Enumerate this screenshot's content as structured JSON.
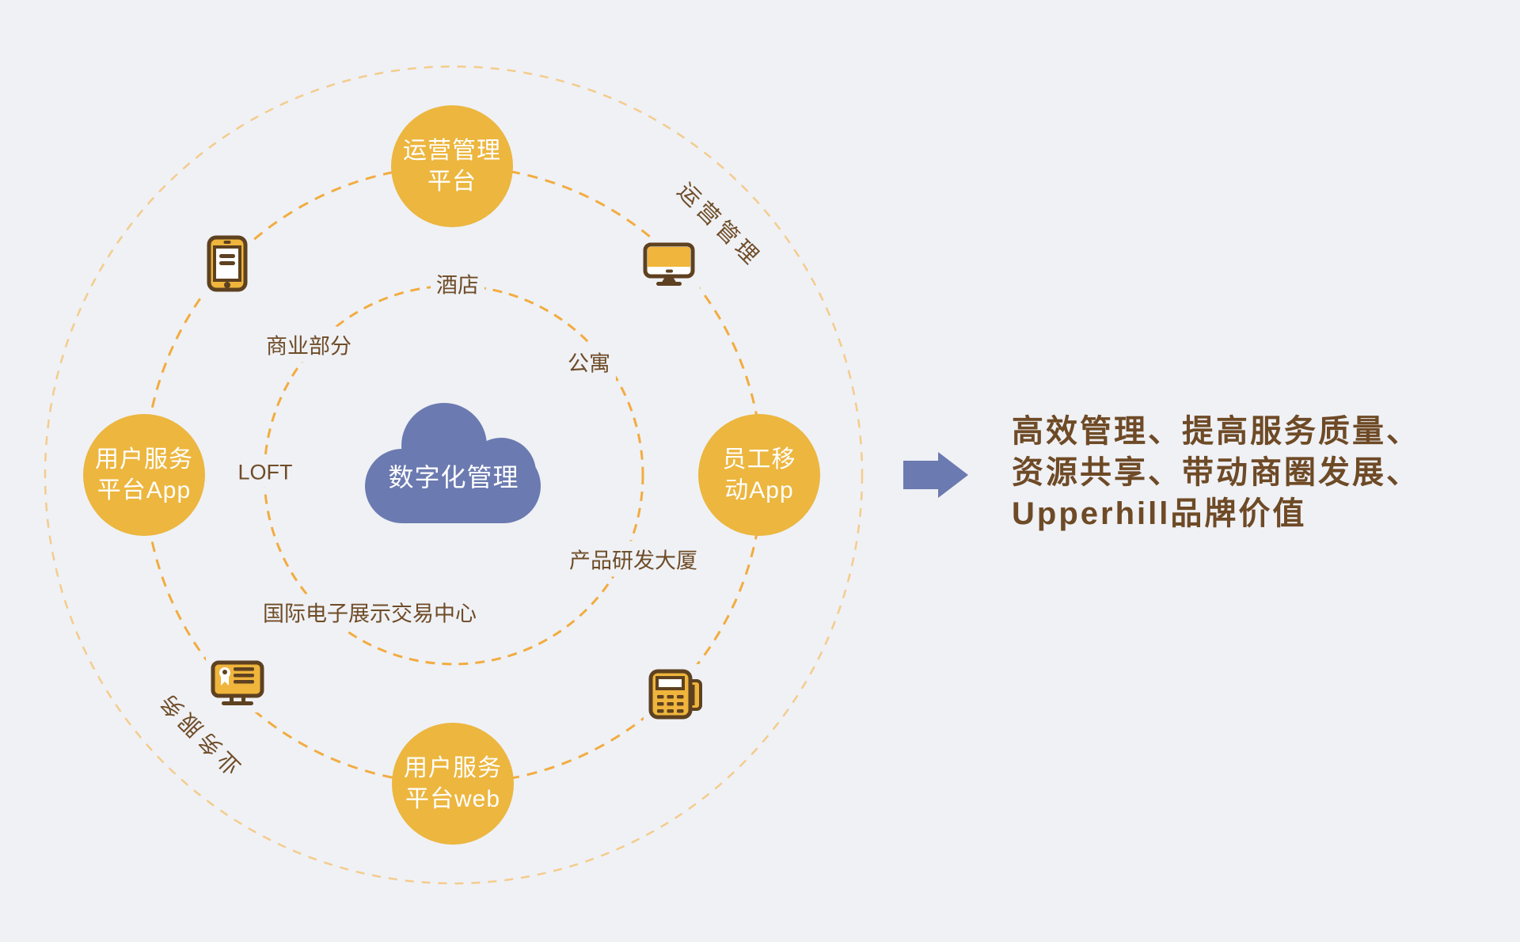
{
  "colors": {
    "background": "#EFF1F5",
    "node_yellow": "#ECB63F",
    "ring_orange": "#F2AC3F",
    "ring_outer_pale": "#F4CC8C",
    "brown_text": "#6F4C27",
    "icon_brown": "#5E4120",
    "icon_yellow": "#EFB53C",
    "blue": "#6B7AB0"
  },
  "cloud": {
    "label": "数字化管理"
  },
  "nodes": {
    "top": {
      "line1": "运营管理",
      "line2": "平台"
    },
    "left": {
      "line1": "用户服务",
      "line2": "平台App"
    },
    "right": {
      "line1": "员工移",
      "line2": "动App"
    },
    "bottom": {
      "line1": "用户服务",
      "line2": "平台web"
    }
  },
  "inner_labels": {
    "hotel": "酒店",
    "commercial": "商业部分",
    "apartment": "公寓",
    "loft": "LOFT",
    "exhibition_center": "国际电子展示交易中心",
    "rd_building": "产品研发大厦"
  },
  "ring_labels": {
    "operations": "运营管理",
    "business_services": "业务服务"
  },
  "icons": {
    "top_left": "tablet-icon",
    "top_right": "desktop-monitor-icon",
    "bottom_left": "certificate-monitor-icon",
    "bottom_right": "pos-terminal-icon"
  },
  "benefits": {
    "lines": [
      "高效管理、提高服务质量、",
      "资源共享、带动商圈发展、",
      "Upperhill品牌价值"
    ]
  }
}
